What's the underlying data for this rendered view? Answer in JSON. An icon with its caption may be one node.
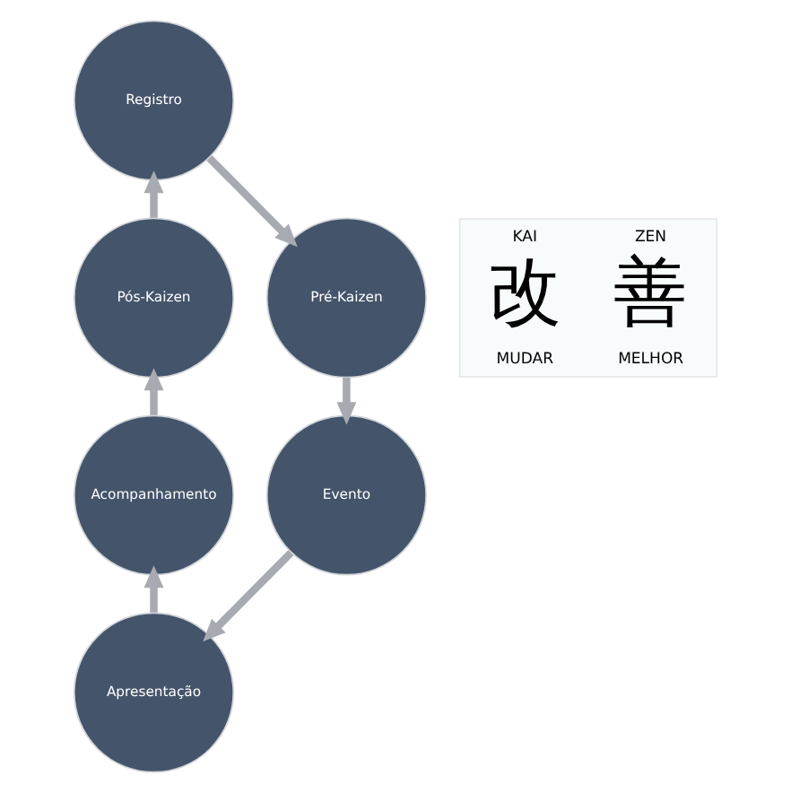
{
  "diagram": {
    "nodes": [
      {
        "text": [
          "Registro"
        ]
      },
      {
        "text": [
          "Pós-Kaizen"
        ]
      },
      {
        "text": [
          "Pré-Kaizen"
        ]
      },
      {
        "text": [
          "KAI",
          "ZEN",
          "改",
          "善",
          "MUDAR",
          "MELHOR"
        ]
      },
      {
        "text": [
          "Acompanhamento"
        ]
      },
      {
        "text": [
          "Evento"
        ]
      },
      {
        "text": [
          "Apresentação"
        ]
      }
    ],
    "edges": [
      {
        "from": 0,
        "to": 2,
        "arrow": "to"
      },
      {
        "from": 2,
        "to": 5,
        "arrow": "to"
      },
      {
        "from": 5,
        "to": 6,
        "arrow": "to"
      },
      {
        "from": 6,
        "to": 4,
        "arrow": "to"
      },
      {
        "from": 4,
        "to": 1,
        "arrow": "to"
      },
      {
        "from": 1,
        "to": 0,
        "arrow": "to"
      }
    ]
  }
}
